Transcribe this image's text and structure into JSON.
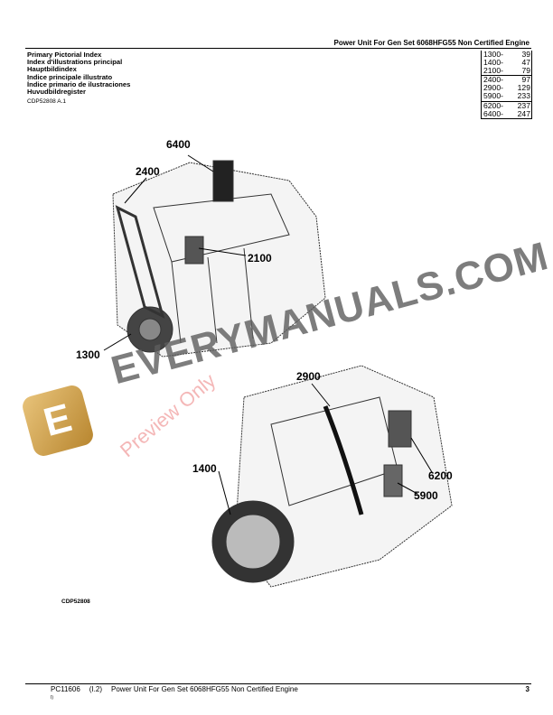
{
  "header": {
    "title": "Power Unit For Gen Set 6068HFG55 Non Certified Engine"
  },
  "index_titles": [
    "Primary Pictorial Index",
    "Index d'illustrations principal",
    "Hauptbildindex",
    "Indice principale illustrato",
    "Índice primario de ilustraciones",
    "Huvudbildregister"
  ],
  "figure_ref": "CDP52808 A.1",
  "index_table": [
    {
      "group": "1300-",
      "page": "39"
    },
    {
      "group": "1400-",
      "page": "47"
    },
    {
      "group": "2100-",
      "page": "79"
    },
    {
      "group": "2400-",
      "page": "97"
    },
    {
      "group": "2900-",
      "page": "129"
    },
    {
      "group": "5900-",
      "page": "233"
    },
    {
      "group": "6200-",
      "page": "237"
    },
    {
      "group": "6400-",
      "page": "247"
    }
  ],
  "callouts": {
    "c6400": "6400",
    "c2400": "2400",
    "c2100": "2100",
    "c1300": "1300",
    "c2900": "2900",
    "c1400": "1400",
    "c6200": "6200",
    "c5900": "5900"
  },
  "illustration_id": "CDP52808",
  "watermark": {
    "text": "EVERYMANUALS.COM",
    "preview": "Preview Only",
    "logo": "E"
  },
  "footer": {
    "doc": "PC11606",
    "rev": "(I.2)",
    "title": "Power Unit For Gen Set 6068HFG55 Non Certified Engine",
    "sub": "I)",
    "page": "3"
  }
}
